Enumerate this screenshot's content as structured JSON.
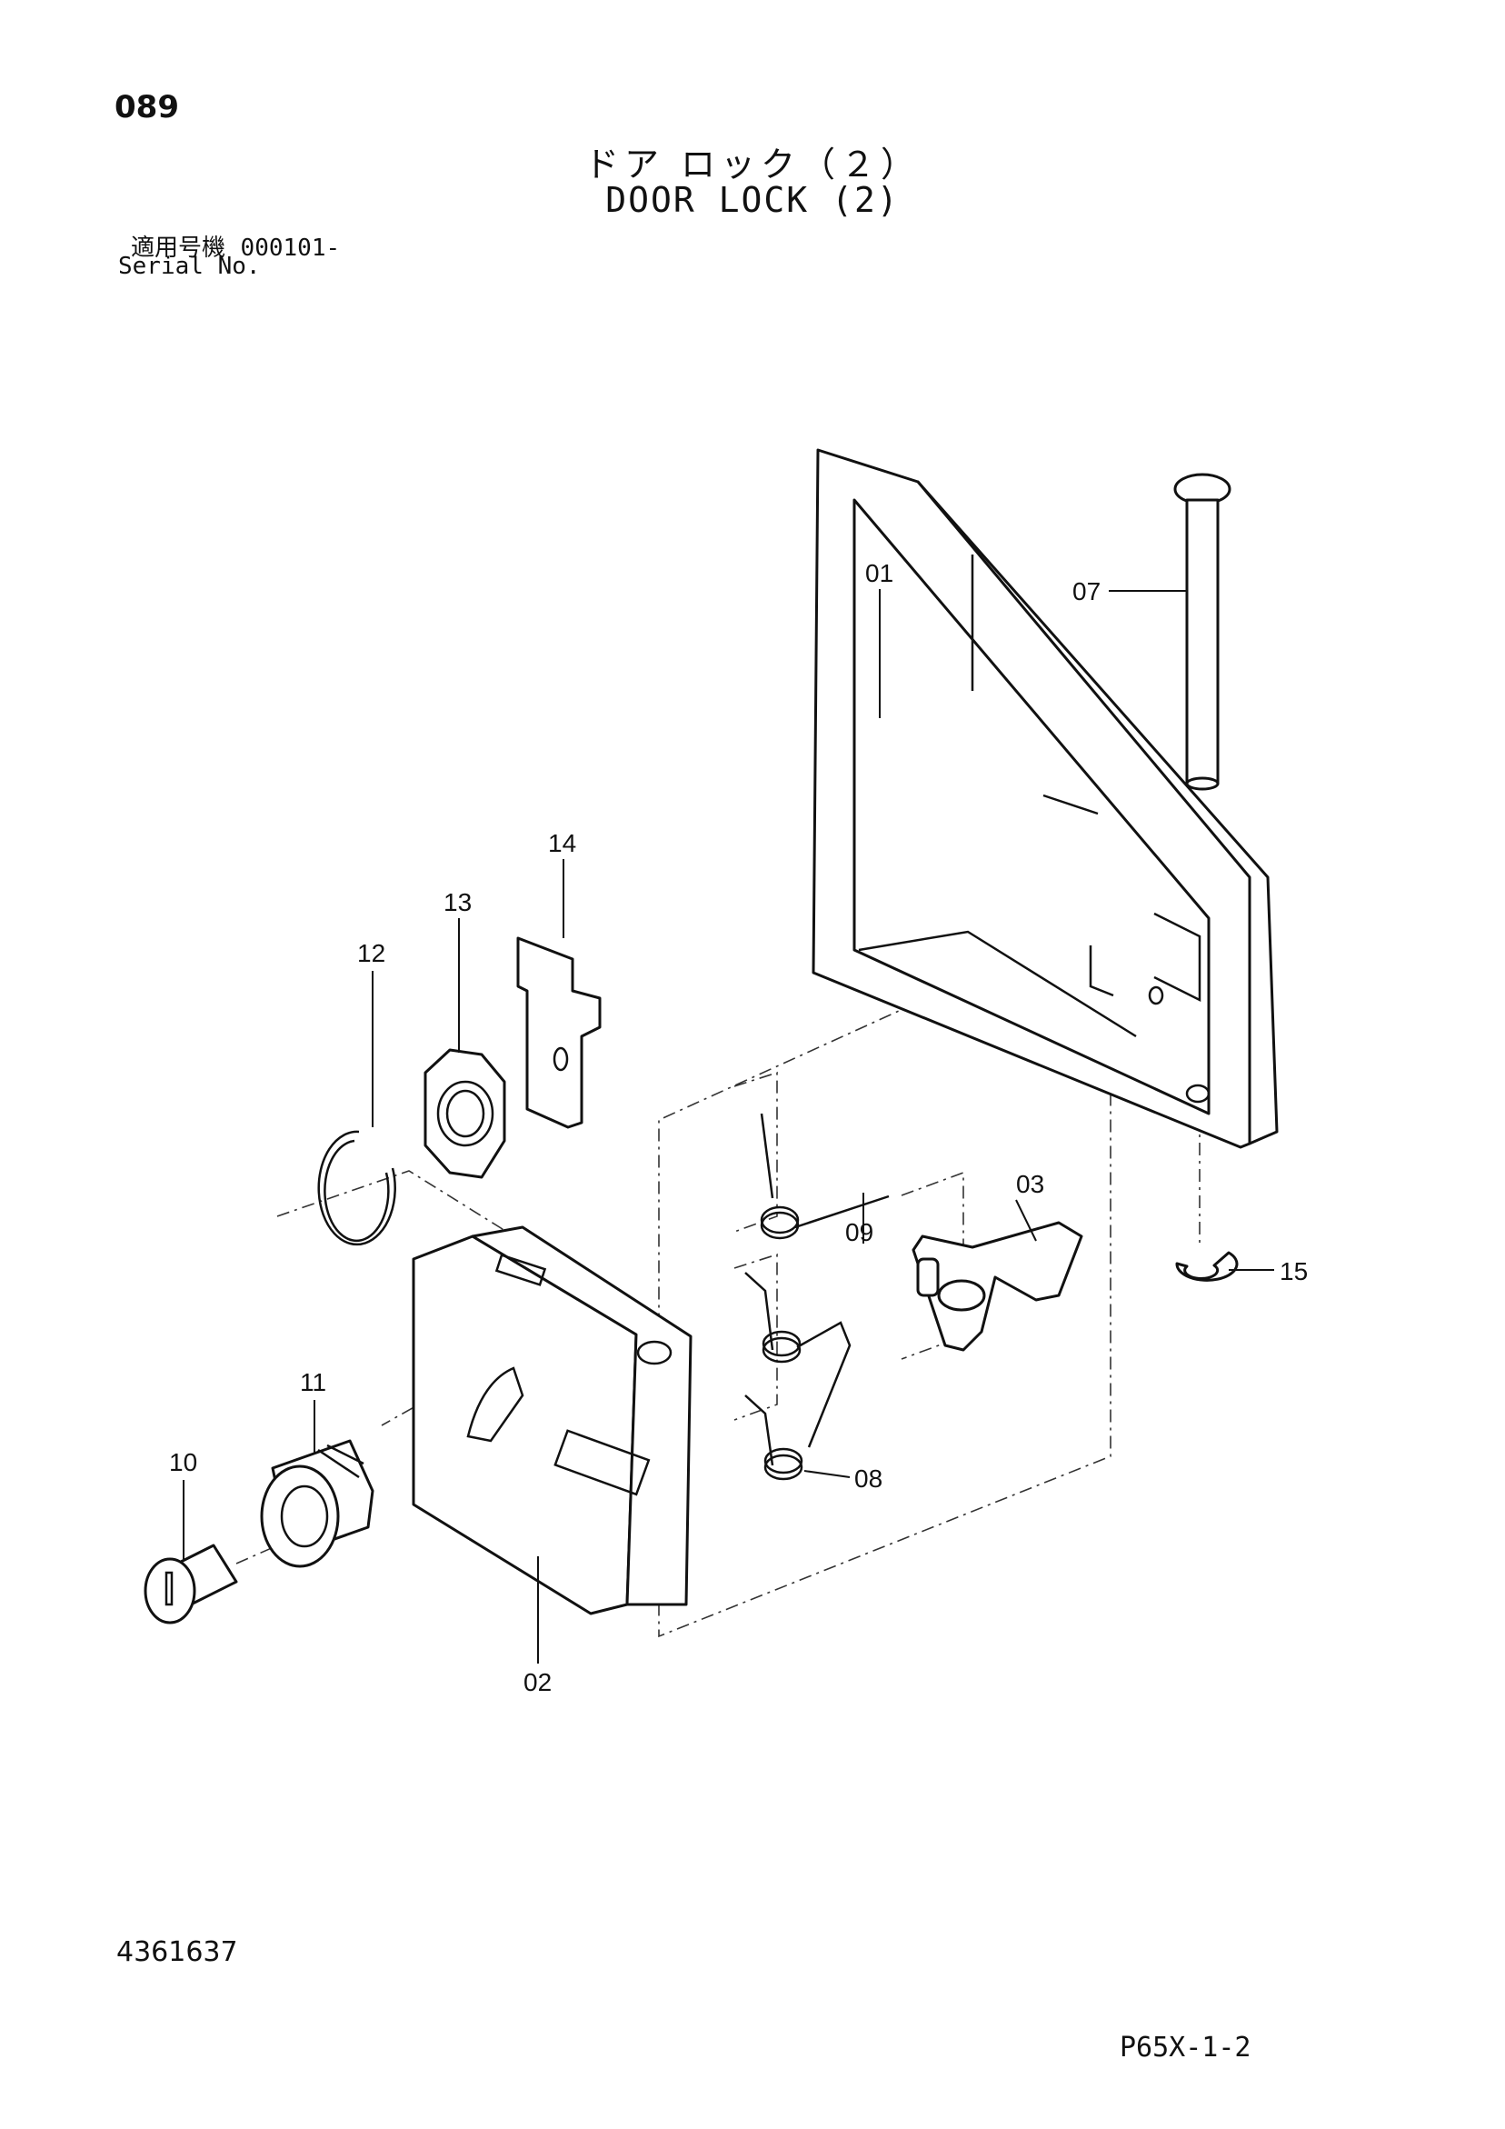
{
  "page_number": "089",
  "title_jp": "ドア ロック（２）",
  "title_en": "DOOR LOCK (2)",
  "serial_label_jp": "適用号機",
  "serial_value": "000101-",
  "serial_label_en": "Serial No.",
  "doc_number": "4361637",
  "sheet_code": "P65X-1-2",
  "callouts": {
    "p01": "01",
    "p02": "02",
    "p03": "03",
    "p07": "07",
    "p08": "08",
    "p09": "09",
    "p10": "10",
    "p11": "11",
    "p12": "12",
    "p13": "13",
    "p14": "14",
    "p15": "15"
  }
}
